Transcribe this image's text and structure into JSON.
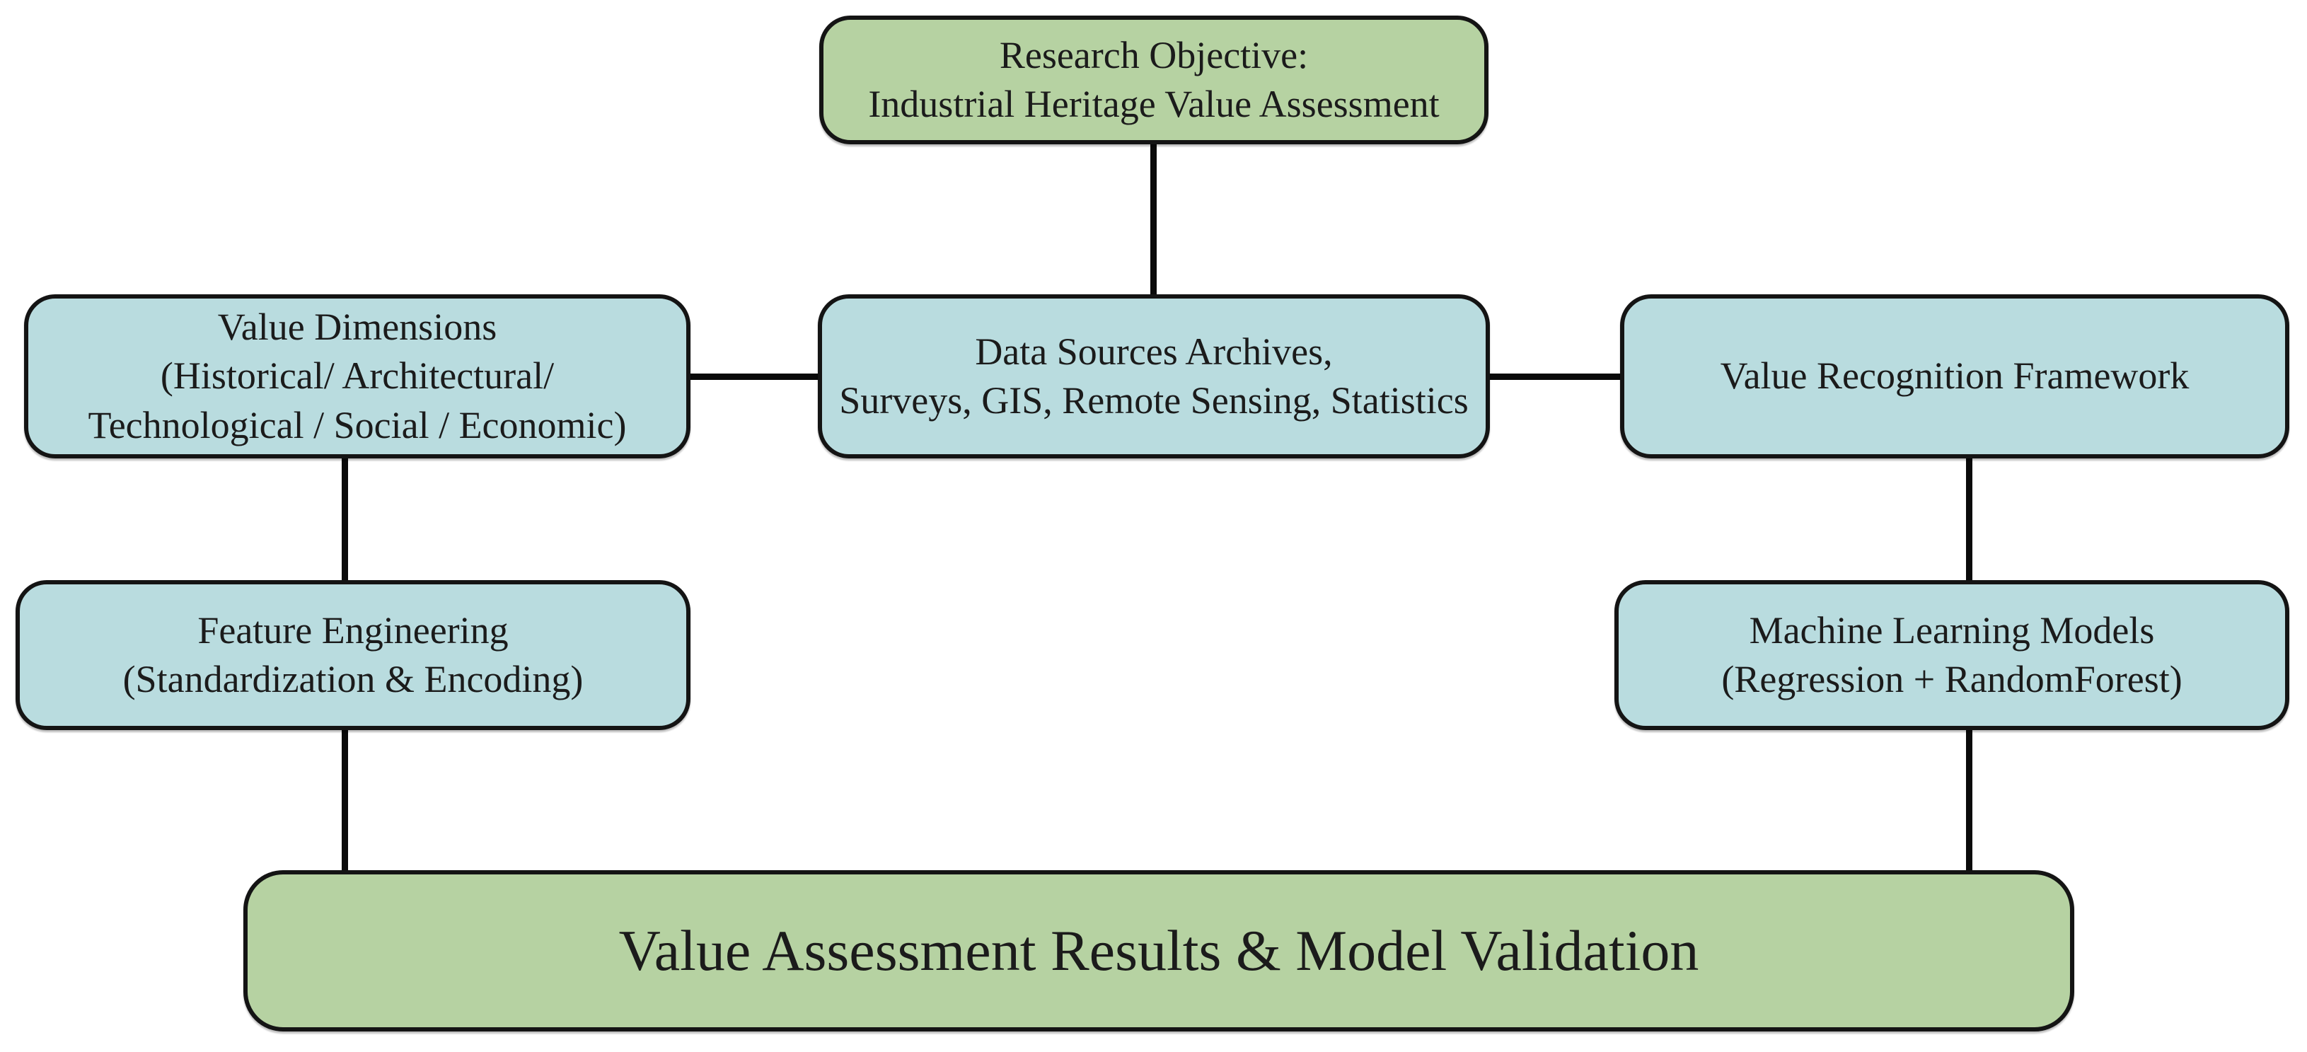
{
  "colors": {
    "green_fill": "#b6d2a2",
    "blue_fill": "#b9dcdf",
    "border": "#141414",
    "connector": "#0a0a0a",
    "text": "#1b1b1b",
    "background": "#ffffff"
  },
  "nodes": [
    {
      "id": "research-objective",
      "fill": "green",
      "text": "Research Objective:\nIndustrial Heritage Value Assessment"
    },
    {
      "id": "value-dimensions",
      "fill": "blue",
      "text": "Value Dimensions\n(Historical/ Architectural/\nTechnological / Social / Economic)"
    },
    {
      "id": "data-sources",
      "fill": "blue",
      "text": "Data Sources Archives,\nSurveys, GIS, Remote Sensing, Statistics"
    },
    {
      "id": "value-recognition-framework",
      "fill": "blue",
      "text": "Value Recognition Framework"
    },
    {
      "id": "feature-engineering",
      "fill": "blue",
      "text": "Feature Engineering\n(Standardization & Encoding)"
    },
    {
      "id": "machine-learning-models",
      "fill": "blue",
      "text": "Machine Learning Models\n(Regression + RandomForest)"
    },
    {
      "id": "value-assessment-results",
      "fill": "green",
      "text": "Value Assessment Results & Model Validation"
    }
  ],
  "edges": [
    {
      "from": "research-objective",
      "to": "data-sources",
      "orientation": "vertical"
    },
    {
      "from": "value-dimensions",
      "to": "data-sources",
      "orientation": "horizontal"
    },
    {
      "from": "data-sources",
      "to": "value-recognition-framework",
      "orientation": "horizontal"
    },
    {
      "from": "value-dimensions",
      "to": "feature-engineering",
      "orientation": "vertical"
    },
    {
      "from": "value-recognition-framework",
      "to": "machine-learning-models",
      "orientation": "vertical"
    },
    {
      "from": "feature-engineering",
      "to": "value-assessment-results",
      "orientation": "vertical"
    },
    {
      "from": "machine-learning-models",
      "to": "value-assessment-results",
      "orientation": "vertical"
    }
  ]
}
